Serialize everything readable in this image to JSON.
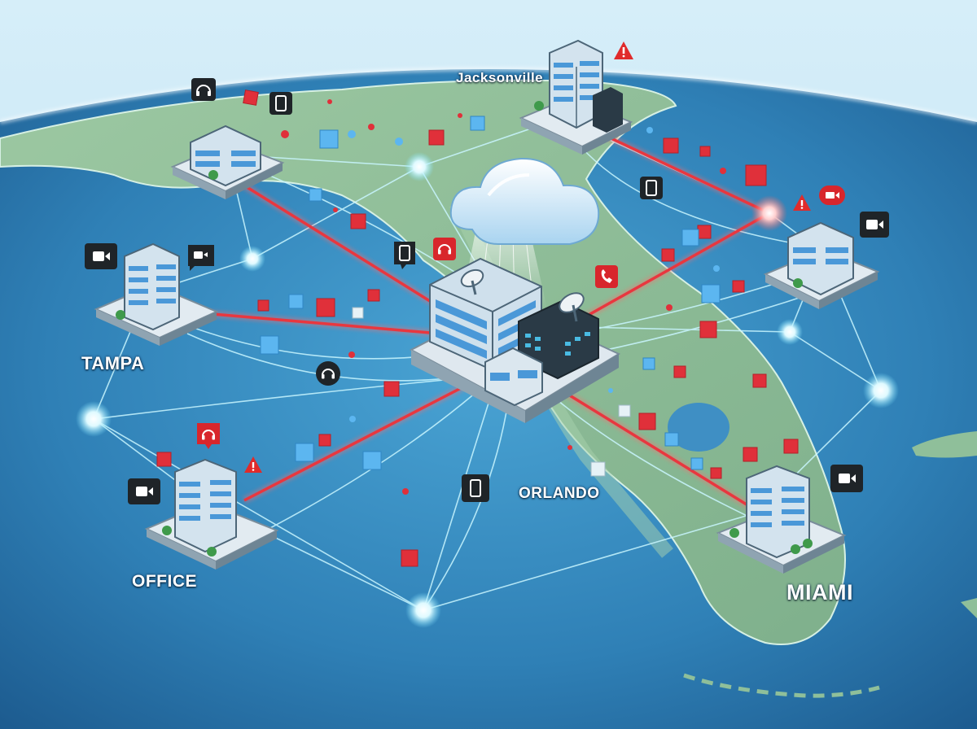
{
  "labels": {
    "jacksonville": "Jacksonville",
    "tampa": "TAMPA",
    "orlando": "ORLANDO",
    "office": "OFFICE",
    "miami": "MIAMI"
  },
  "colors": {
    "ocean": "#2f7fb3",
    "land": "#8fbf9a",
    "backbone_link": "#e8373f",
    "mesh_link": "#bff4ff",
    "node_glow": "#e6fbff",
    "alert": "#e02b2b",
    "data_packet_red": "#e0303a",
    "data_packet_blue": "#4aa8ea",
    "icon_badge_dark": "#1f2428",
    "icon_badge_red": "#d8262c"
  },
  "icons": [
    "headset-icon",
    "phone-icon",
    "video-camera-icon",
    "video-chat-icon",
    "smartphone-icon",
    "warning-icon",
    "satellite-dish-icon",
    "cloud-icon",
    "building-icon"
  ]
}
